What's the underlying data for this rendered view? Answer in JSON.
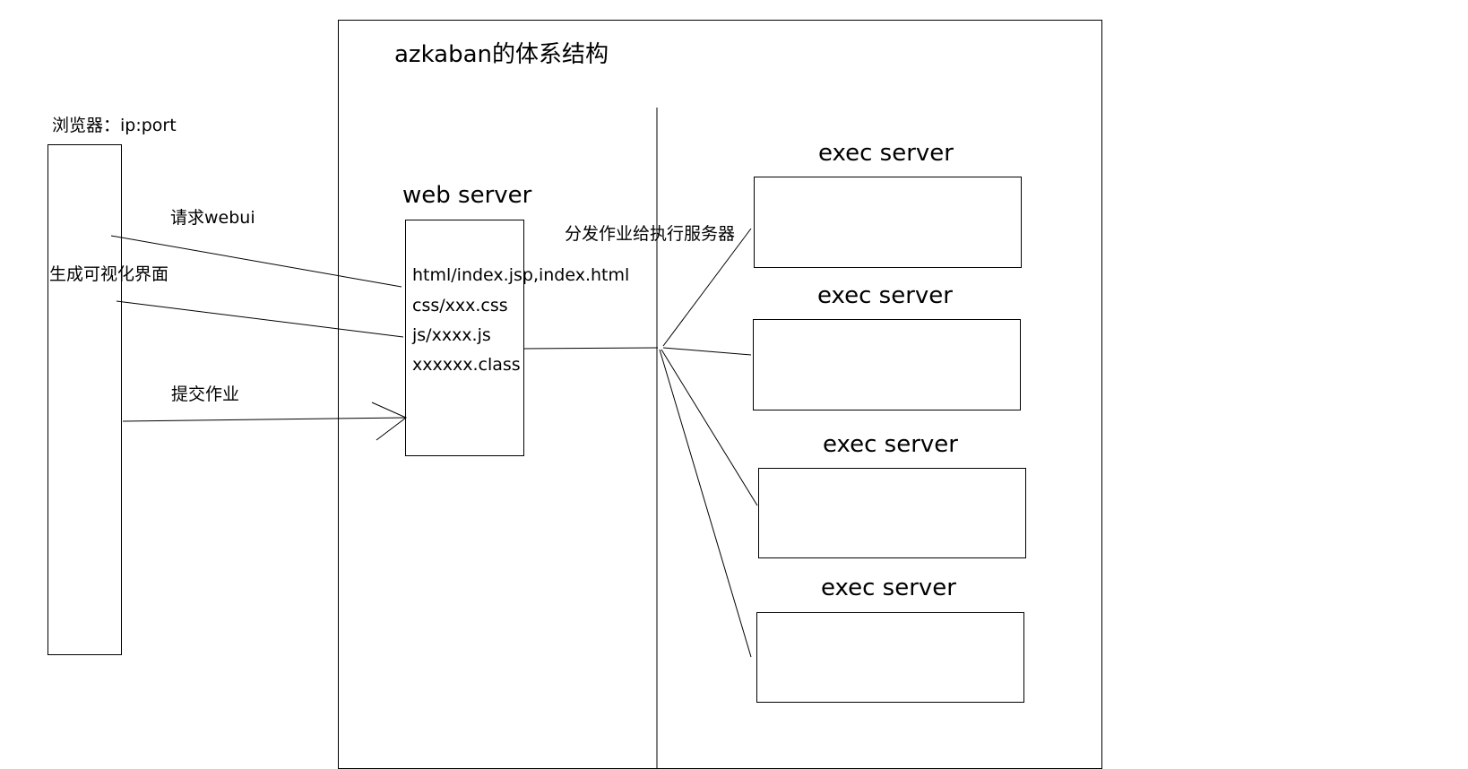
{
  "title": "azkaban的体系结构",
  "browser": {
    "label": "浏览器：ip:port"
  },
  "arrows": {
    "request": "请求webui",
    "render": "生成可视化界面",
    "submit": "提交作业",
    "dispatch": "分发作业给执行服务器"
  },
  "web_server": {
    "label": "web server",
    "files": [
      "html/index.jsp,index.html",
      "css/xxx.css",
      "js/xxxx.js",
      "xxxxxx.class"
    ]
  },
  "exec_servers": [
    {
      "label": "exec server"
    },
    {
      "label": "exec server"
    },
    {
      "label": "exec server"
    },
    {
      "label": "exec server"
    }
  ]
}
